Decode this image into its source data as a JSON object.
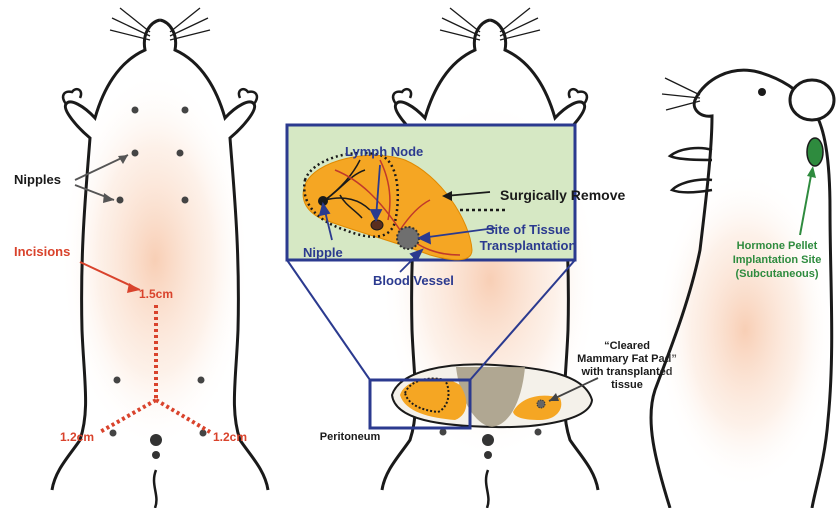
{
  "labels": {
    "nipples": "Nipples",
    "incisions": "Incisions",
    "length_top": "1.5cm",
    "length_left": "1.2cm",
    "length_right": "1.2cm",
    "lymph_node": "Lymph Node",
    "surgically_remove": "Surgically Remove",
    "site_line1": "Site of Tissue",
    "site_line2": "Transplantation",
    "nipple": "Nipple",
    "blood_vessel": "Blood Vessel",
    "cleared_line1": "“Cleared",
    "cleared_line2": "Mammary Fat Pad”",
    "cleared_line3": "with transplanted",
    "cleared_line4": "tissue",
    "peritoneum": "Peritoneum",
    "hormone_line1": "Hormone Pellet",
    "hormone_line2": "Implantation Site",
    "hormone_line3": "(Subcutaneous)"
  },
  "colors": {
    "incision_red": "#d9432c",
    "inset_blue": "#2b3a8f",
    "inset_bg": "#d6e8c4",
    "fat_pad": "#f5a623",
    "vessel_red": "#c0392b",
    "pellet_green": "#2e8b3e",
    "outline": "#1a1a1a"
  }
}
